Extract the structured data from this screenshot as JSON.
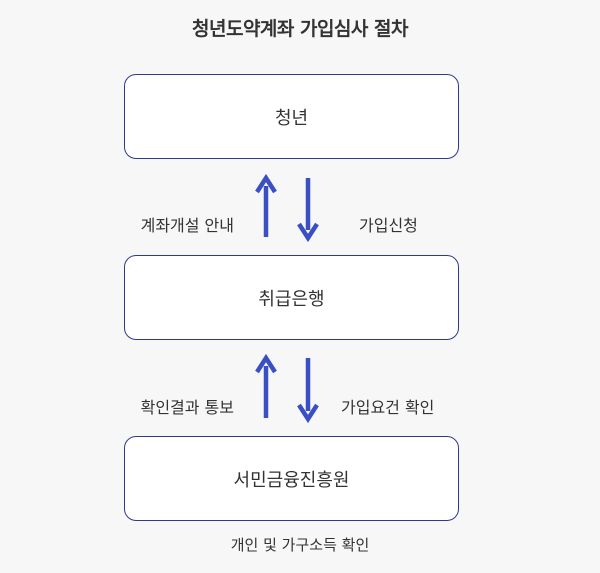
{
  "title": "청년도약계좌 가입심사 절차",
  "nodes": {
    "youth": "청년",
    "bank": "취급은행",
    "agency": "서민금융진흥원"
  },
  "links": {
    "account_notice": "계좌개설 안내",
    "apply": "가입신청",
    "result_notice": "확인결과 통보",
    "check_requirements": "가입요건 확인"
  },
  "footnote": "개인 및 가구소득 확인",
  "colors": {
    "arrow": "#3a4fc4",
    "node_border": "#2d3a8c",
    "background": "#f7f7f8"
  }
}
